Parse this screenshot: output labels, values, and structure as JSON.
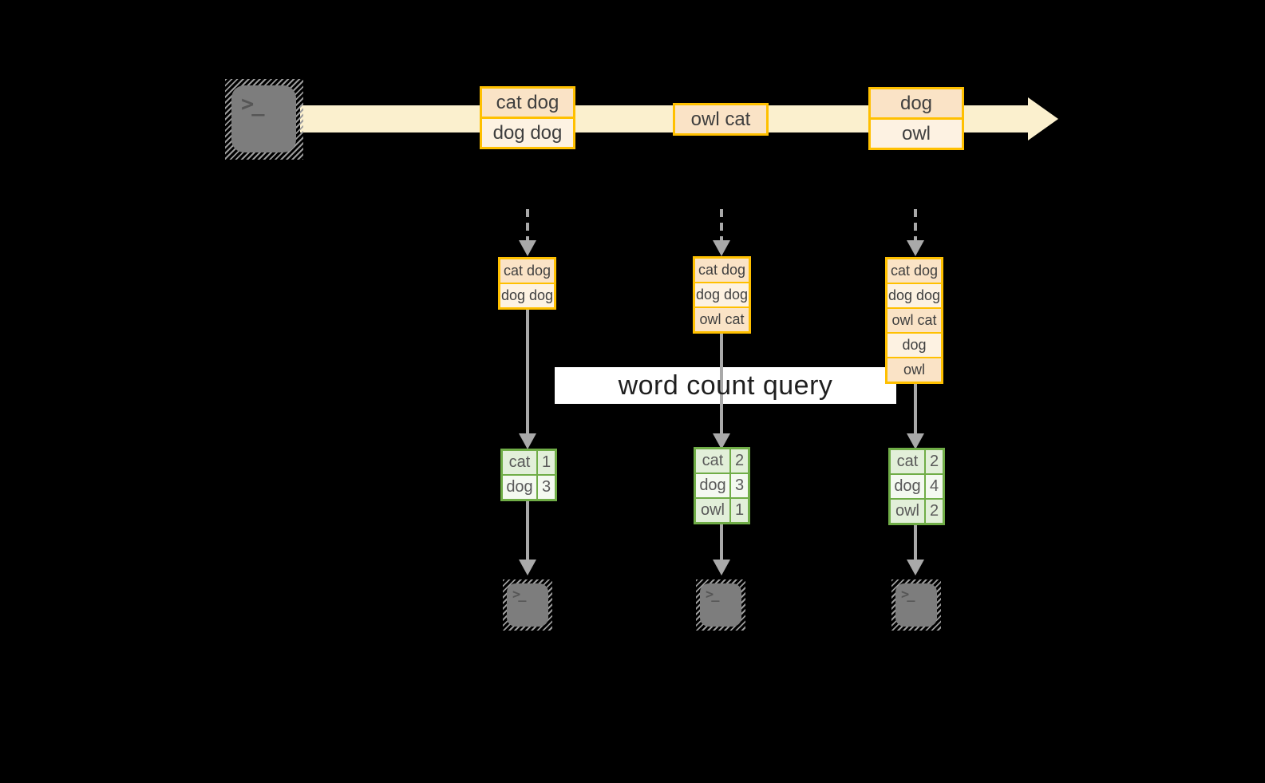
{
  "query": {
    "label": "word count query"
  },
  "source_terminal": {
    "icon": "terminal-icon",
    "glyph": ">_"
  },
  "sink_terminals": [
    {
      "icon": "terminal-icon",
      "glyph": ">_"
    },
    {
      "icon": "terminal-icon",
      "glyph": ">_"
    },
    {
      "icon": "terminal-icon",
      "glyph": ">_"
    }
  ],
  "stream_events": [
    {
      "rows": [
        "cat dog",
        "dog dog"
      ]
    },
    {
      "rows": [
        "owl cat"
      ]
    },
    {
      "rows": [
        "dog",
        "owl"
      ]
    }
  ],
  "buffers": [
    {
      "rows": [
        "cat dog",
        "dog dog"
      ]
    },
    {
      "rows": [
        "cat dog",
        "dog dog",
        "owl cat"
      ]
    },
    {
      "rows": [
        "cat dog",
        "dog dog",
        "owl cat",
        "dog",
        "owl"
      ]
    }
  ],
  "count_tables": [
    {
      "rows": [
        {
          "word": "cat",
          "count": "1"
        },
        {
          "word": "dog",
          "count": "3"
        }
      ]
    },
    {
      "rows": [
        {
          "word": "cat",
          "count": "2"
        },
        {
          "word": "dog",
          "count": "3"
        },
        {
          "word": "owl",
          "count": "1"
        }
      ]
    },
    {
      "rows": [
        {
          "word": "cat",
          "count": "2"
        },
        {
          "word": "dog",
          "count": "4"
        },
        {
          "word": "owl",
          "count": "2"
        }
      ]
    }
  ],
  "colors": {
    "background": "#000000",
    "stream_band": "#FBF0CE",
    "box_border_gold": "#FFC000",
    "cell_peach": "#FAE3C6",
    "cell_cream": "#FDF2E2",
    "table_border_green": "#70AD47",
    "cell_green": "#E2EFD9",
    "cell_green_light": "#F4F9F0",
    "arrow_gray": "#A9A9A9",
    "terminal_gray": "#7D7D7D",
    "query_background": "#FFFFFF"
  }
}
